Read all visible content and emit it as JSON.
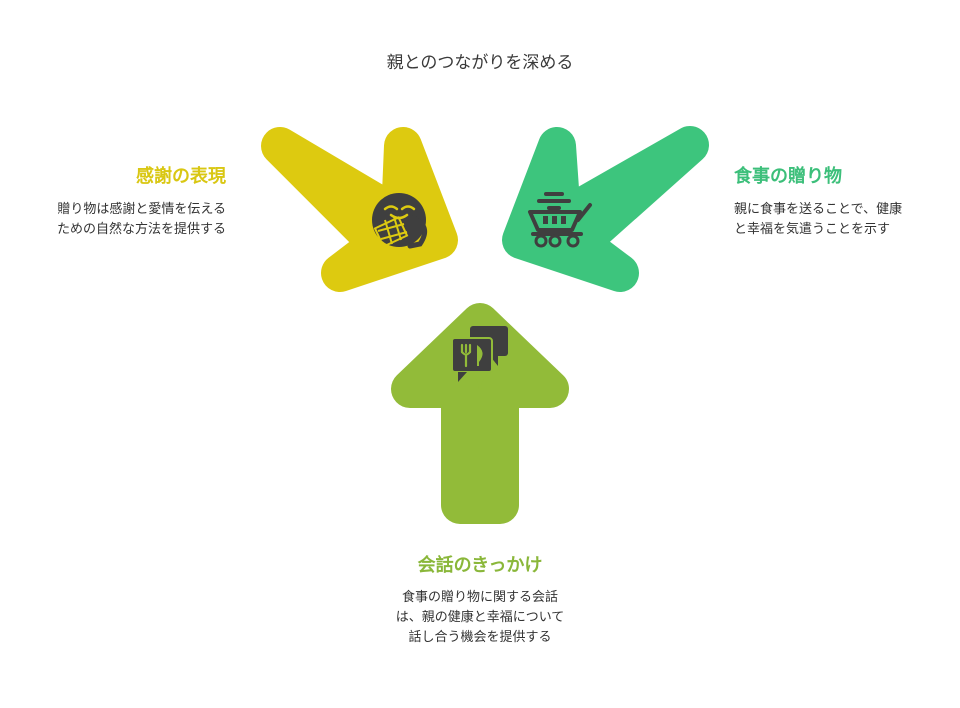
{
  "title": "親とのつながりを深める",
  "colors": {
    "yellow": "#ddca10",
    "green": "#3dc57d",
    "lime": "#92bb39",
    "icon": "#3f3f3f"
  },
  "items": {
    "gratitude": {
      "heading": "感謝の表現",
      "text": "贈り物は感謝と愛情を伝えるための自然な方法を提供する",
      "icon": "gratitude-hand-icon"
    },
    "meal_gift": {
      "heading": "食事の贈り物",
      "text": "親に食事を送ることで、健康と幸福を気遣うことを示す",
      "icon": "food-cart-icon"
    },
    "conversation": {
      "heading": "会話のきっかけ",
      "text": "食事の贈り物に関する会話は、親の健康と幸福について話し合う機会を提供する",
      "icon": "dining-chat-icon"
    }
  }
}
